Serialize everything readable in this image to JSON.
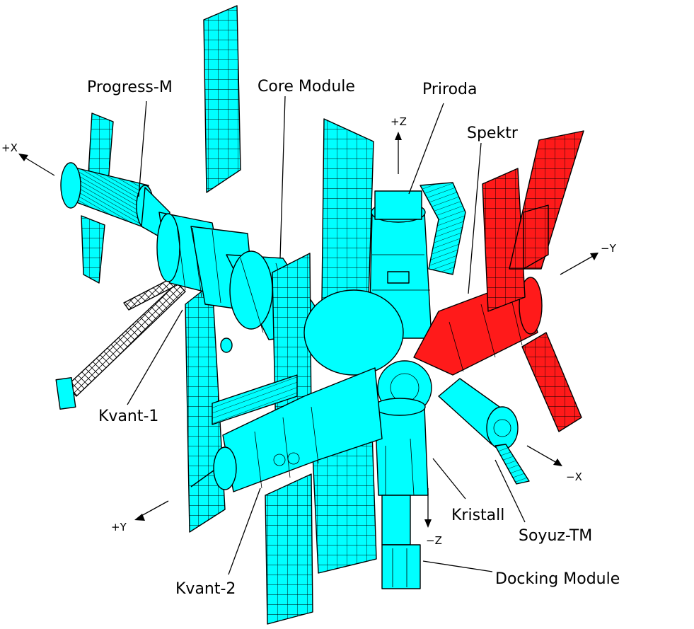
{
  "colors": {
    "module": "#00ffff",
    "highlight": "#ff1a1a",
    "outline": "#000000"
  },
  "labels": {
    "progress_m": "Progress-M",
    "core_module": "Core Module",
    "priroda": "Priroda",
    "spektr": "Spektr",
    "kvant_1": "Kvant-1",
    "kvant_2": "Kvant-2",
    "kristall": "Kristall",
    "soyuz_tm": "Soyuz-TM",
    "docking_module": "Docking Module"
  },
  "axes": {
    "plus_x": "+X",
    "minus_x": "−X",
    "plus_y": "+Y",
    "minus_y": "−Y",
    "plus_z": "+Z",
    "minus_z": "−Z"
  }
}
